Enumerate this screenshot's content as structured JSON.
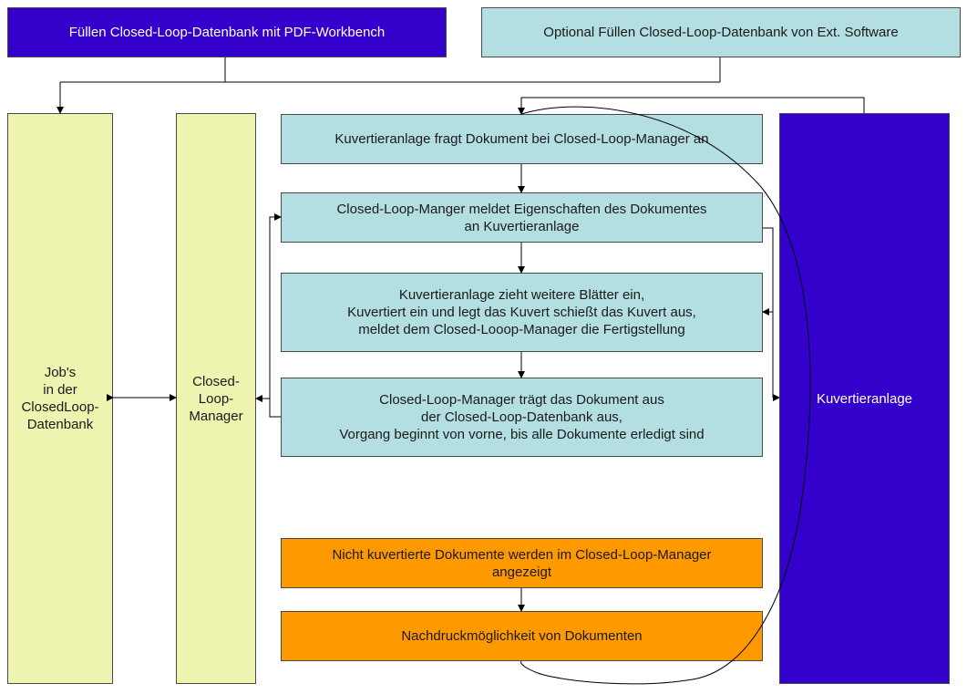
{
  "top": {
    "fill_pdf_workbench": "Füllen Closed-Loop-Datenbank mit PDF-Workbench",
    "fill_ext_software": "Optional Füllen Closed-Loop-Datenbank von Ext. Software"
  },
  "columns": {
    "jobs_db": "Job's\nin der\nClosedLoop-\nDatenbank",
    "manager": "Closed-\nLoop-\nManager",
    "kuvertieranlage": "Kuvertieranlage"
  },
  "steps": [
    "Kuvertieranlage fragt Dokument bei Closed-Loop-Manager an",
    "Closed-Loop-Manger meldet Eigenschaften des Dokumentes\nan Kuvertieranlage",
    "Kuvertieranlage zieht weitere Blätter ein,\nKuvertiert ein und legt das Kuvert schießt das Kuvert aus,\nmeldet  dem Closed-Looop-Manager die Fertigstellung",
    "Closed-Loop-Manager  trägt das Dokument aus\nder Closed-Loop-Datenbank aus,\nVorgang beginnt von vorne, bis alle Dokumente erledigt sind"
  ],
  "reprint": {
    "not_enveloped": "Nicht kuvertierte Dokumente werden im Closed-Loop-Manager\nangezeigt",
    "reprint_option": "Nachdruckmöglichkeit von Dokumenten"
  },
  "colors": {
    "navy": "#3300cc",
    "teal": "#b3dfe3",
    "lime": "#eef4b0",
    "orange": "#ff9900"
  }
}
